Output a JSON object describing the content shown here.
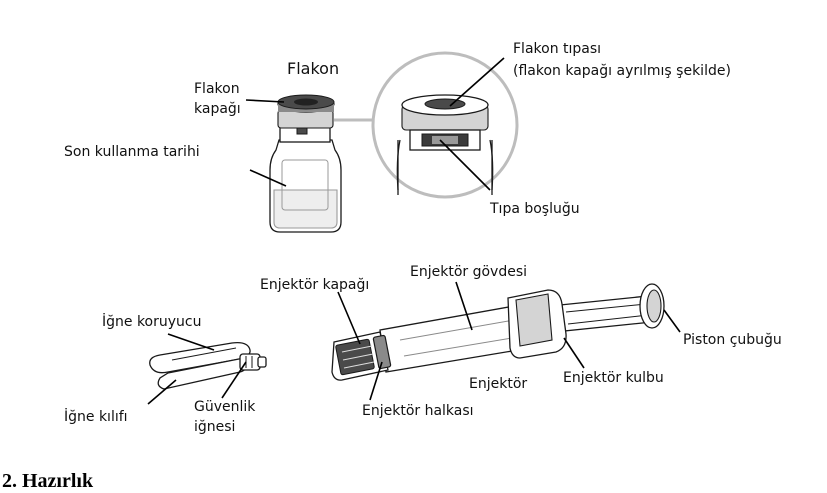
{
  "labels": {
    "vial_title": "Flakon",
    "vial_cap_line1": "Flakon",
    "vial_cap_line2": "kapağı",
    "expiry_date": "Son kullanma tarihi",
    "stopper_line1": "Flakon tıpası",
    "stopper_line2": "(flakon kapağı ayrılmış şekilde)",
    "stopper_gap": "Tıpa boşluğu",
    "syringe_cap": "Enjektör kapağı",
    "syringe_body": "Enjektör gövdesi",
    "needle_guard": "İğne koruyucu",
    "plunger_rod": "Piston çubuğu",
    "syringe": "Enjektör",
    "syringe_flange": "Enjektör kulbu",
    "needle_sheath": "İğne kılıfı",
    "safety_needle_line1": "Güvenlik",
    "safety_needle_line2": "iğnesi",
    "syringe_ring": "Enjektör halkası"
  },
  "section_heading": "2.   Hazırlık"
}
